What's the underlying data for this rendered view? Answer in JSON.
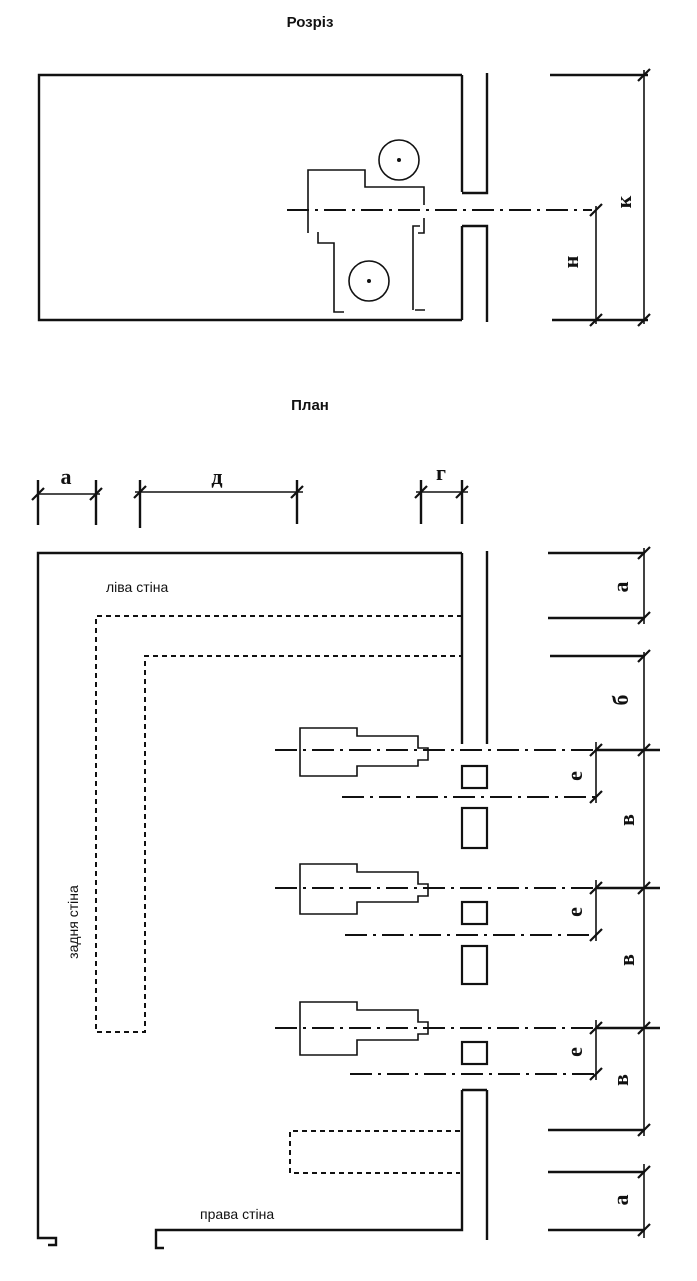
{
  "section_title": "Розріз",
  "plan_title": "План",
  "wall_labels": {
    "left": "ліва стіна",
    "back": "задня стіна",
    "right": "права стіна"
  },
  "dims": {
    "a": "а",
    "b": "б",
    "v": "в",
    "g": "г",
    "d": "д",
    "e": "е",
    "k": "к",
    "n": "н"
  }
}
